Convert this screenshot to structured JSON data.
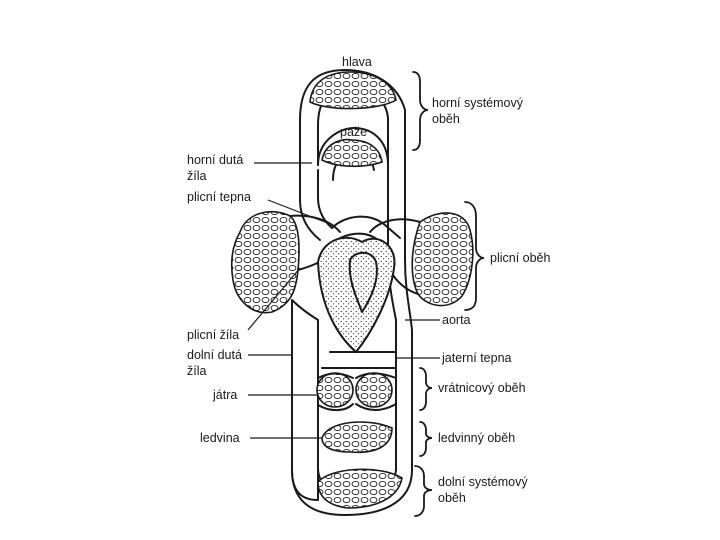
{
  "labels": {
    "hlava": "hlava",
    "paze": "paže",
    "horni_duta_1": "horní dutá",
    "horni_duta_2": "žíla",
    "plicni_tepna": "plicní tepna",
    "plicni_zila": "plicní žíla",
    "dolni_duta_1": "dolní dutá",
    "dolni_duta_2": "žíla",
    "jatra": "játra",
    "ledvina": "ledvina",
    "aorta": "aorta",
    "jaterni_tepna": "jaterní tepna"
  },
  "circuits": {
    "horni_1": "horní systémový",
    "horni_2": "oběh",
    "plicni": "plicní oběh",
    "vratnicovy": "vrátnicový oběh",
    "ledvinny": "ledvinný oběh",
    "dolni_1": "dolní systémový",
    "dolni_2": "oběh"
  }
}
